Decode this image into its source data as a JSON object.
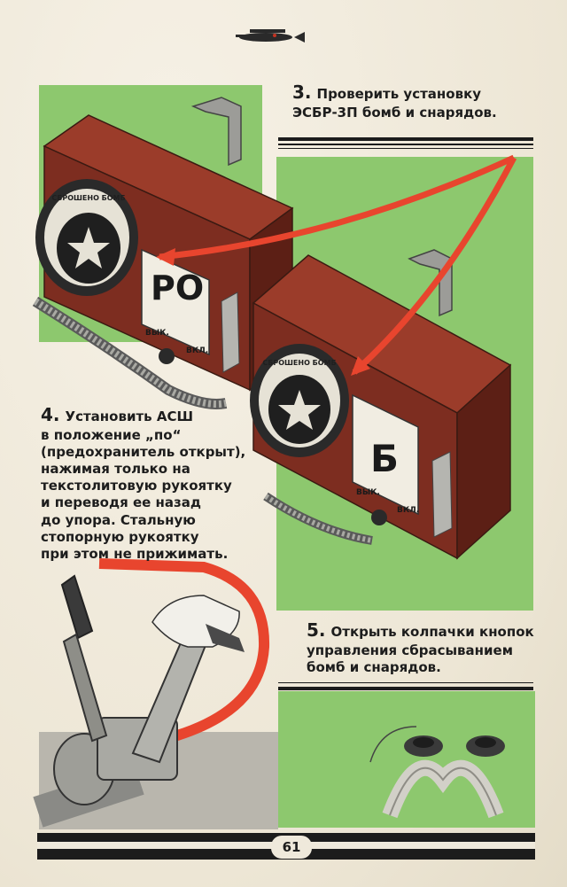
{
  "step3": {
    "number": "3.",
    "line1": "Проверить установку",
    "line2": "ЭСБР-3П бомб и снарядов."
  },
  "step4": {
    "number": "4.",
    "lines": [
      "Установить АСШ",
      "в положение „по“",
      "(предохранитель открыт),",
      "нажимая только на",
      "текстолитовую рукоятку",
      "и переводя ее назад",
      "до упора. Стальную",
      "стопорную рукоятку",
      "при этом не прижимать."
    ]
  },
  "step5": {
    "number": "5.",
    "lines": [
      "Открыть колпачки кнопок",
      "управления сбрасыванием",
      "бомб и снарядов."
    ]
  },
  "panel_left": {
    "dial_text": "СБРОШЕНО БОМБ",
    "window_label": "РО",
    "switch_off": "ВЫК.",
    "switch_on": "ВКЛ."
  },
  "panel_right": {
    "dial_text": "СБРОШЕНО БОМБ",
    "window_label": "Б",
    "switch_off": "ВЫК.",
    "switch_on": "ВКЛ."
  },
  "page_number": "61",
  "colors": {
    "green": "#8dc86e",
    "box_red": "#8a3324",
    "arrow_red": "#e8452e",
    "dark": "#1c1c1c"
  },
  "icons": [
    "airplane-icon",
    "star-icon"
  ]
}
